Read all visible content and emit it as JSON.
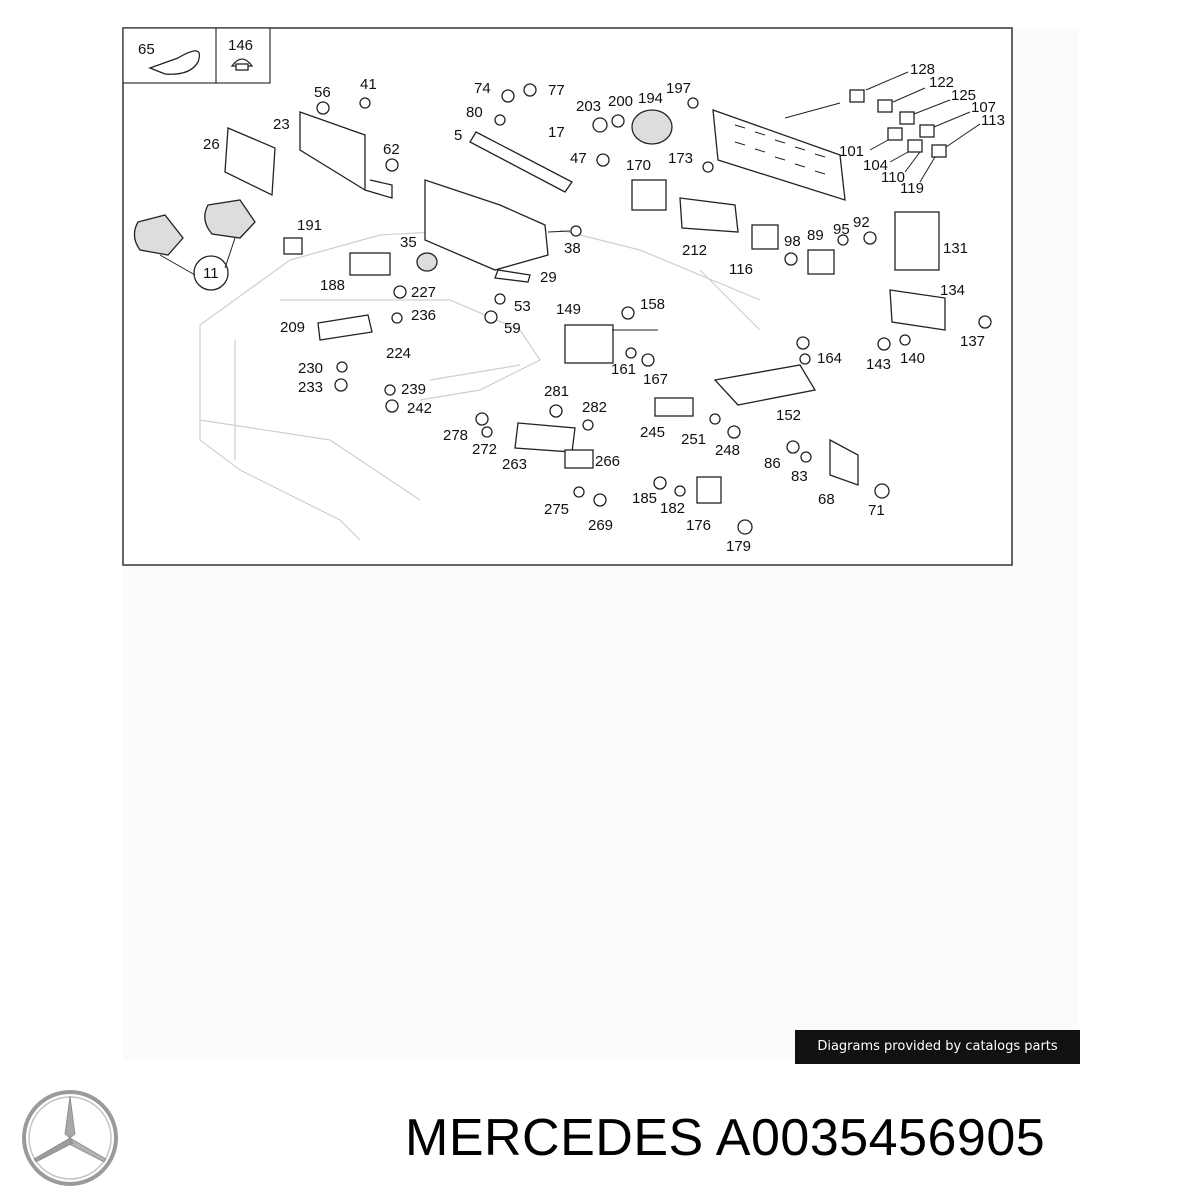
{
  "diagram": {
    "callouts": [
      "65",
      "146",
      "56",
      "41",
      "23",
      "62",
      "26",
      "191",
      "11",
      "74",
      "77",
      "80",
      "5",
      "17",
      "47",
      "203",
      "200",
      "194",
      "197",
      "170",
      "173",
      "212",
      "38",
      "35",
      "29",
      "188",
      "227",
      "236",
      "53",
      "59",
      "209",
      "224",
      "230",
      "233",
      "239",
      "242",
      "149",
      "158",
      "161",
      "167",
      "281",
      "282",
      "278",
      "272",
      "263",
      "266",
      "275",
      "269",
      "245",
      "251",
      "248",
      "128",
      "122",
      "125",
      "107",
      "113",
      "101",
      "104",
      "110",
      "119",
      "131",
      "98",
      "89",
      "95",
      "92",
      "116",
      "134",
      "143",
      "140",
      "137",
      "164",
      "152",
      "86",
      "83",
      "68",
      "71",
      "185",
      "182",
      "176",
      "179"
    ]
  },
  "credit": "Diagrams provided by catalogs parts",
  "caption": {
    "brand": "MERCEDES",
    "part_number": "A0035456905"
  },
  "colors": {
    "logo": "#9a9a9a",
    "badge_bg": "#111111",
    "text": "#000000"
  },
  "icons": {
    "logo": "mercedes-star-icon"
  }
}
